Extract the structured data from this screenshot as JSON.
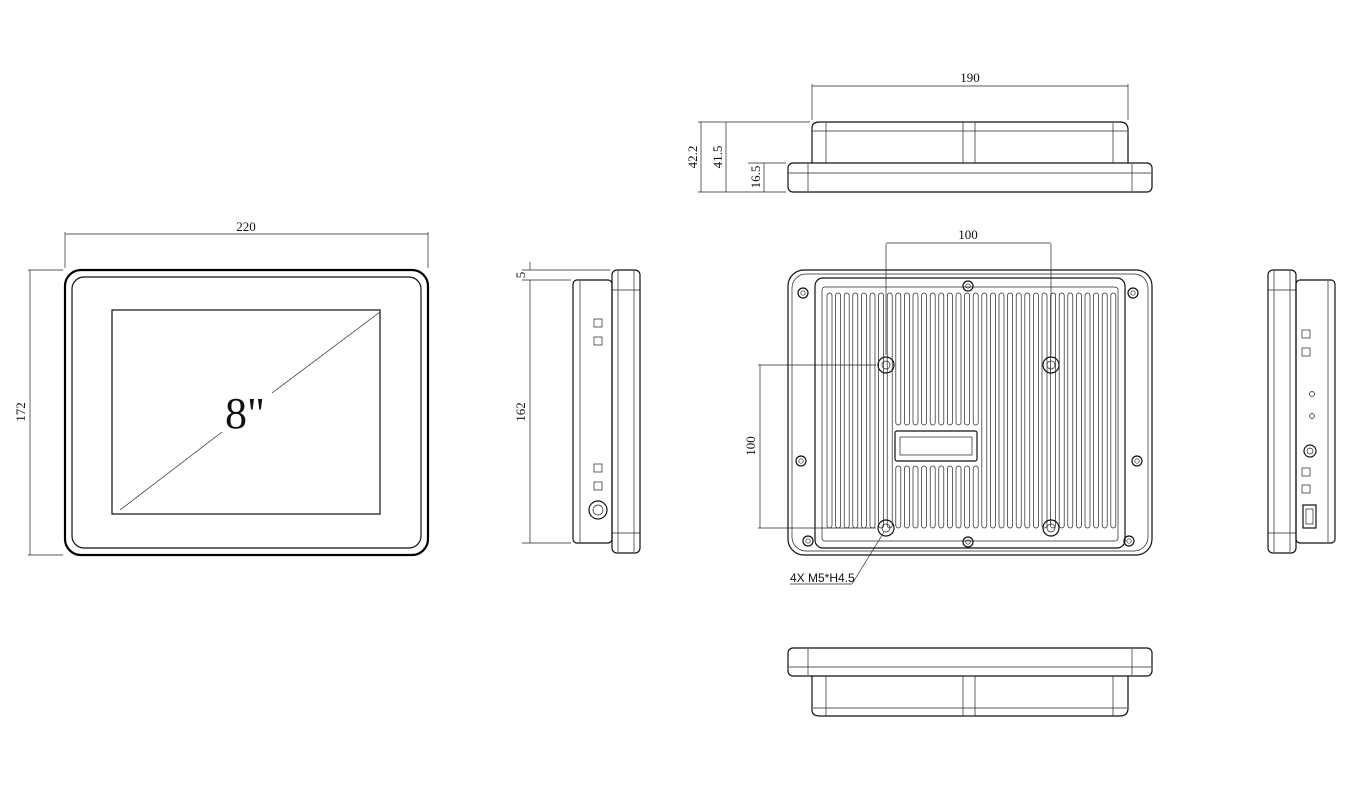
{
  "front_view": {
    "width_dim": "220",
    "height_dim": "172",
    "screen_size": "8\""
  },
  "left_side_view": {
    "bezel_dim": "5",
    "height_dim": "162"
  },
  "top_view": {
    "width_dim": "190",
    "total_depth_dim": "42.2",
    "body_depth_dim": "41.5",
    "panel_depth_dim": "16.5"
  },
  "back_view": {
    "hole_spacing_h_dim": "100",
    "hole_spacing_v_dim": "100",
    "mount_hole_callout": "4X M5*H4.5"
  },
  "colors": {
    "line": "#111111",
    "background": "#ffffff"
  }
}
